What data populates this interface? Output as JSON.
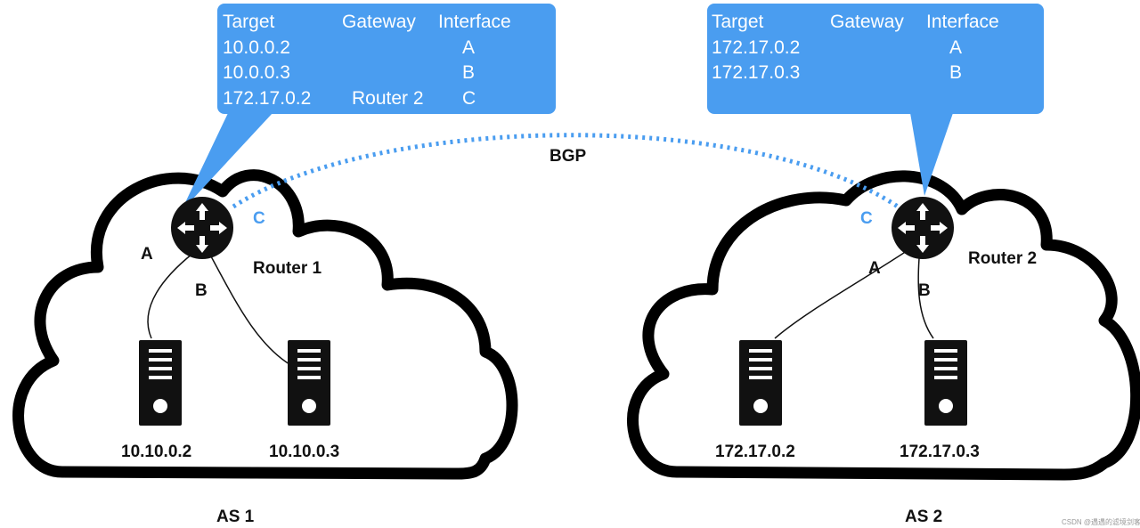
{
  "bgp_label": "BGP",
  "colors": {
    "callout": "#4a9df0",
    "bgp_line": "#4a9df0",
    "cloud": "#000000",
    "router": "#111111"
  },
  "as1": {
    "label": "AS 1",
    "router_name": "Router 1",
    "iface_a": "A",
    "iface_b": "B",
    "iface_c": "C",
    "servers": [
      "10.10.0.2",
      "10.10.0.3"
    ],
    "routing_table": {
      "headers": [
        "Target",
        "Gateway",
        "Interface"
      ],
      "rows": [
        [
          "10.0.0.2",
          "",
          "A"
        ],
        [
          "10.0.0.3",
          "",
          "B"
        ],
        [
          "172.17.0.2",
          "Router 2",
          "C"
        ]
      ]
    }
  },
  "as2": {
    "label": "AS 2",
    "router_name": "Router 2",
    "iface_a": "A",
    "iface_b": "B",
    "iface_c": "C",
    "servers": [
      "172.17.0.2",
      "172.17.0.3"
    ],
    "routing_table": {
      "headers": [
        "Target",
        "Gateway",
        "Interface"
      ],
      "rows": [
        [
          "172.17.0.2",
          "",
          "A"
        ],
        [
          "172.17.0.3",
          "",
          "B"
        ]
      ]
    }
  },
  "watermark": "CSDN @遇遇的滤境剑客"
}
